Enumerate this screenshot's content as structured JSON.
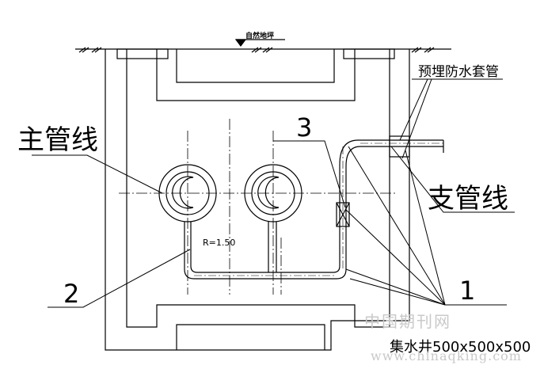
{
  "labels": {
    "ground": "自然地坪",
    "sleeve": "预埋防水套管",
    "main_pipe": "主管线",
    "branch_pipe": "支管线",
    "callout_1": "1",
    "callout_2": "2",
    "callout_3": "3",
    "radius": "R=1.50",
    "sump": "集水井500x500x500"
  },
  "watermark": {
    "cn": "中国期刊网",
    "url": "www.chinaqking.com"
  },
  "colors": {
    "line": "#000000",
    "watermark": "#c9c9c9",
    "background": "#ffffff"
  }
}
